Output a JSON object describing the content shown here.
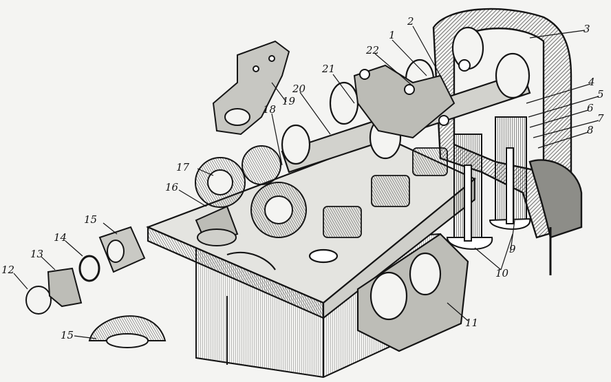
{
  "colors": {
    "paper": "#f4f4f2",
    "ink": "#151515",
    "shade": "#3a3a3a",
    "light": "#d9d9d5"
  },
  "labels": {
    "l1": "1",
    "l2": "2",
    "l3": "3",
    "l4": "4",
    "l5": "5",
    "l6": "6",
    "l7": "7",
    "l8": "8",
    "l9": "9",
    "l10": "10",
    "l11": "11",
    "l12": "12",
    "l13": "13",
    "l14": "14",
    "l15a": "15",
    "l15b": "15",
    "l16": "16",
    "l17": "17",
    "l18": "18",
    "l19": "19",
    "l20": "20",
    "l21": "21",
    "l22": "22"
  }
}
